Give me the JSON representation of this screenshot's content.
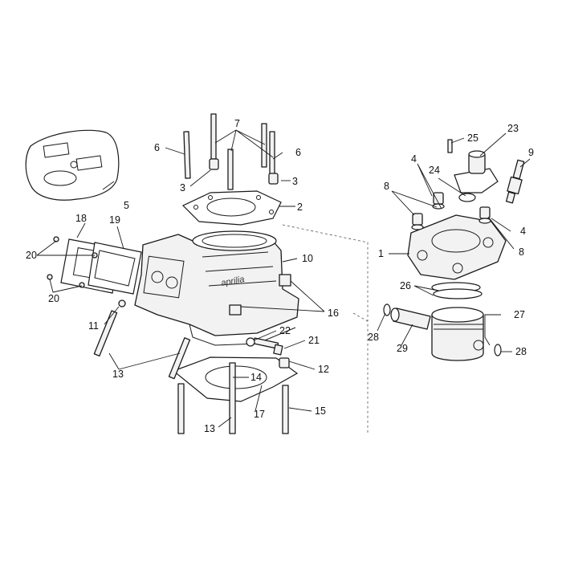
{
  "diagram": {
    "brand_mark": "aprilia",
    "callouts": [
      {
        "id": "c1",
        "label": "1"
      },
      {
        "id": "c2",
        "label": "2"
      },
      {
        "id": "c3a",
        "label": "3"
      },
      {
        "id": "c3b",
        "label": "3"
      },
      {
        "id": "c4a",
        "label": "4"
      },
      {
        "id": "c4b",
        "label": "4"
      },
      {
        "id": "c5",
        "label": "5"
      },
      {
        "id": "c6a",
        "label": "6"
      },
      {
        "id": "c6b",
        "label": "6"
      },
      {
        "id": "c7",
        "label": "7"
      },
      {
        "id": "c8a",
        "label": "8"
      },
      {
        "id": "c8b",
        "label": "8"
      },
      {
        "id": "c9",
        "label": "9"
      },
      {
        "id": "c10",
        "label": "10"
      },
      {
        "id": "c11",
        "label": "11"
      },
      {
        "id": "c12",
        "label": "12"
      },
      {
        "id": "c13a",
        "label": "13"
      },
      {
        "id": "c13b",
        "label": "13"
      },
      {
        "id": "c14",
        "label": "14"
      },
      {
        "id": "c15",
        "label": "15"
      },
      {
        "id": "c16",
        "label": "16"
      },
      {
        "id": "c17",
        "label": "17"
      },
      {
        "id": "c18",
        "label": "18"
      },
      {
        "id": "c19",
        "label": "19"
      },
      {
        "id": "c20a",
        "label": "20"
      },
      {
        "id": "c20b",
        "label": "20"
      },
      {
        "id": "c21",
        "label": "21"
      },
      {
        "id": "c22",
        "label": "22"
      },
      {
        "id": "c23",
        "label": "23"
      },
      {
        "id": "c24",
        "label": "24"
      },
      {
        "id": "c25",
        "label": "25"
      },
      {
        "id": "c26",
        "label": "26"
      },
      {
        "id": "c27",
        "label": "27"
      },
      {
        "id": "c28a",
        "label": "28"
      },
      {
        "id": "c28b",
        "label": "28"
      },
      {
        "id": "c29",
        "label": "29"
      }
    ]
  }
}
